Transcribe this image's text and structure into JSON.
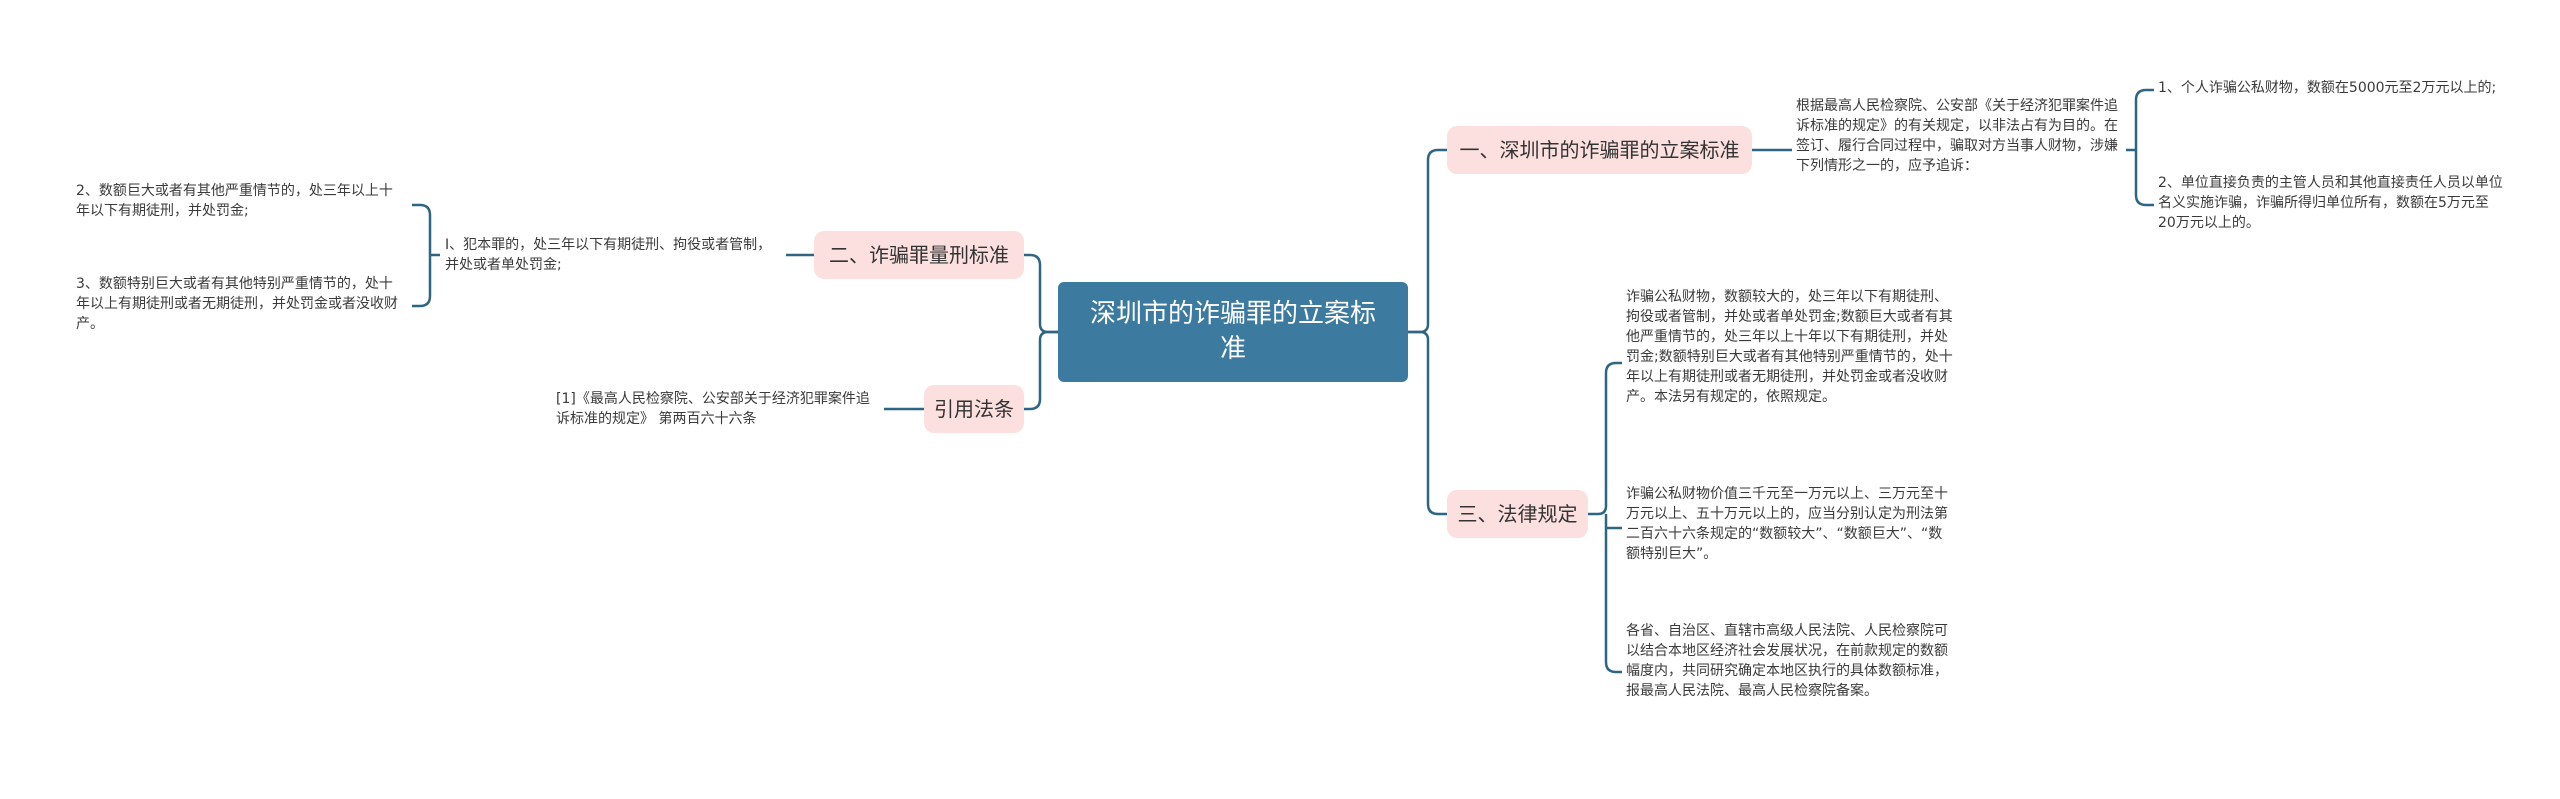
{
  "mindmap": {
    "root": "深圳市的诈骗罪的立案标准",
    "branches": {
      "b1": {
        "label": "一、深圳市的诈骗罪的立案标准",
        "detail": "根据最高人民检察院、公安部《关于经济犯罪案件追诉标准的规定》的有关规定，以非法占有为目的。在签订、履行合同过程中，骗取对方当事人财物，涉嫌下列情形之一的，应予追诉：",
        "items": [
          "1、个人诈骗公私财物，数额在5000元至2万元以上的;",
          "2、单位直接负责的主管人员和其他直接责任人员以单位名义实施诈骗，诈骗所得归单位所有，数额在5万元至20万元以上的。"
        ]
      },
      "b2": {
        "label": "二、诈骗罪量刑标准",
        "detail": "Ⅰ、犯本罪的，处三年以下有期徒刑、拘役或者管制，并处或者单处罚金;",
        "items": [
          "2、数额巨大或者有其他严重情节的，处三年以上十年以下有期徒刑，并处罚金;",
          "3、数额特别巨大或者有其他特别严重情节的，处十年以上有期徒刑或者无期徒刑，并处罚金或者没收财产。"
        ]
      },
      "b3": {
        "label": "三、法律规定",
        "items": [
          "诈骗公私财物，数额较大的，处三年以下有期徒刑、拘役或者管制，并处或者单处罚金;数额巨大或者有其他严重情节的，处三年以上十年以下有期徒刑，并处罚金;数额特别巨大或者有其他特别严重情节的，处十年以上有期徒刑或者无期徒刑，并处罚金或者没收财产。本法另有规定的，依照规定。",
          "诈骗公私财物价值三千元至一万元以上、三万元至十万元以上、五十万元以上的，应当分别认定为刑法第二百六十六条规定的“数额较大”、“数额巨大”、“数额特别巨大”。",
          "各省、自治区、直辖市高级人民法院、人民检察院可以结合本地区经济社会发展状况，在前款规定的数额幅度内，共同研究确定本地区执行的具体数额标准，报最高人民法院、最高人民检察院备案。"
        ]
      },
      "b4": {
        "label": "引用法条",
        "items": [
          "[1]《最高人民检察院、公安部关于经济犯罪案件追诉标准的规定》 第两百六十六条"
        ]
      }
    },
    "colors": {
      "root_fill": "#3c7aa0",
      "branch_fill": "#fbe0df",
      "connector": "#2e6583",
      "text": "#333333"
    }
  }
}
